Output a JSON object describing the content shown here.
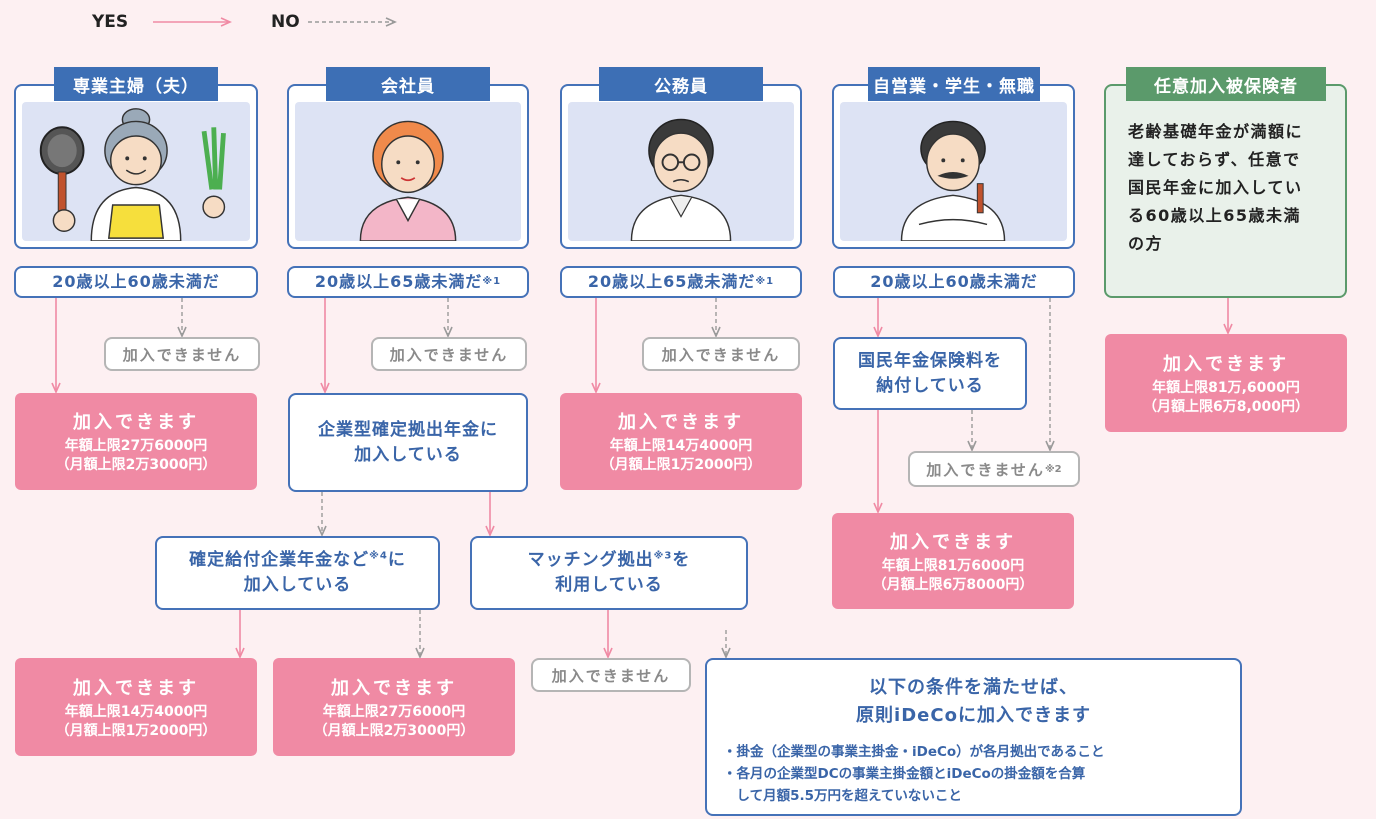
{
  "legend": {
    "yes": "YES",
    "no": "NO"
  },
  "categories": [
    {
      "label": "専業主婦（夫）"
    },
    {
      "label": "会社員"
    },
    {
      "label": "公務員"
    },
    {
      "label": "自営業・学生・無職"
    },
    {
      "label": "任意加入被保険者"
    }
  ],
  "voluntary_text": [
    "老齢基礎年金が満額に",
    "達しておらず、任意で",
    "国民年金に加入してい",
    "る60歳以上65歳未満",
    "の方"
  ],
  "conditions": {
    "age_20_60": "20歳以上60歳未満だ",
    "age_20_65": "20歳以上65歳未満だ",
    "note1": "※1",
    "pension_fee_1": "国民年金保険料を",
    "pension_fee_2": "納付している",
    "corp_dc_1": "企業型確定拠出年金に",
    "corp_dc_2": "加入している",
    "db_1": "確定給付企業年金など",
    "db_note": "※4",
    "db_suffix": "に",
    "db_2": "加入している",
    "matching_1": "マッチング拠出",
    "matching_note": "※3",
    "matching_suffix": "を",
    "matching_2": "利用している"
  },
  "not_allowed": {
    "label": "加入できません",
    "note2": "※2"
  },
  "allowed": {
    "title": "加入できます",
    "annual_81_6": "年額上限81万6000円",
    "monthly_6_8": "（月額上限6万8000円）",
    "annual_81_6_voluntary": "年額上限81万,6000円",
    "monthly_6_8_voluntary": "（月額上限6万8,000円）",
    "annual_27_6": "年額上限27万6000円",
    "monthly_2_3": "（月額上限2万3000円）",
    "annual_14_4": "年額上限14万4000円",
    "monthly_1_2": "（月額上限1万2000円）"
  },
  "final": {
    "heading_1": "以下の条件を満たせば、",
    "heading_2": "原則iDeCoに加入できます",
    "item_1": "・掛金（企業型の事業主掛金・iDeCo）が各月拠出であること",
    "item_2": "・各月の企業型DCの事業主掛金額とiDeCoの掛金額を合算",
    "item_3": "　して月額5.5万円を超えていないこと"
  },
  "colors": {
    "blue": "#3d6fb5",
    "pink": "#f08aa4",
    "green": "#5b9a6b",
    "gray": "#b5b5b5",
    "background": "#fdf0f2"
  }
}
